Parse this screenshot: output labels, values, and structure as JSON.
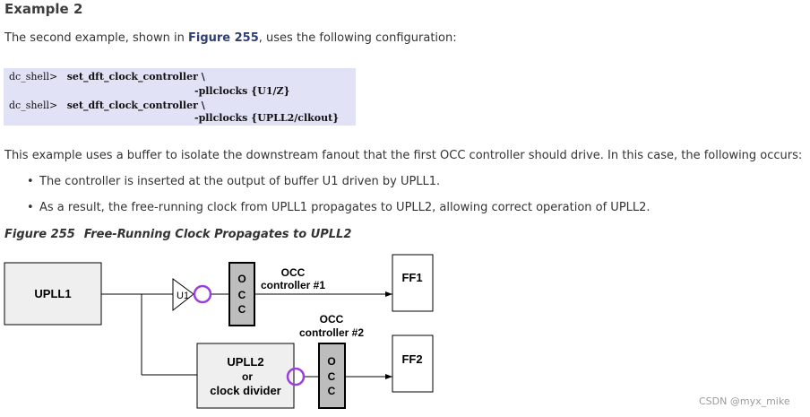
{
  "heading": "Example 2",
  "intro": {
    "before": "The second example, shown in ",
    "link": "Figure 255",
    "after": ", uses the following configuration:"
  },
  "code": {
    "line1_prompt": "dc_shell>",
    "line1_cmd": "set_dft_clock_controller \\",
    "line2": "-pllclocks {U1/Z}",
    "line3_prompt": "dc_shell>",
    "line3_cmd": "set_dft_clock_controller \\",
    "line4": "-pllclocks {UPLL2/clkout}"
  },
  "paragraph": "This example uses a buffer to isolate the downstream fanout that the first OCC controller should drive. In this case, the following occurs:",
  "bullets": [
    "The controller is inserted at the output of buffer U1 driven by UPLL1.",
    "As a result, the free-running clock from UPLL1 propagates to UPLL2, allowing correct operation of UPLL2."
  ],
  "caption": {
    "number": "Figure 255",
    "title": "Free-Running Clock Propagates to UPLL2"
  },
  "diagram": {
    "upll1": "UPLL1",
    "buffer": "U1",
    "occ1_letters": [
      "O",
      "C",
      "C"
    ],
    "occ1_label_line1": "OCC",
    "occ1_label_line2": "controller #1",
    "ff1": "FF1",
    "occ2_label_line1": "OCC",
    "occ2_label_line2": "controller #2",
    "upll2_line1": "UPLL2",
    "upll2_line2": "or",
    "upll2_line3": "clock divider",
    "occ2_letters": [
      "O",
      "C",
      "C"
    ],
    "ff2": "FF2",
    "colors": {
      "marker": "#9a3ee0",
      "occ_fill": "#bdbdbd",
      "block_fill": "#efefef"
    }
  },
  "watermark": "CSDN @myx_mike"
}
